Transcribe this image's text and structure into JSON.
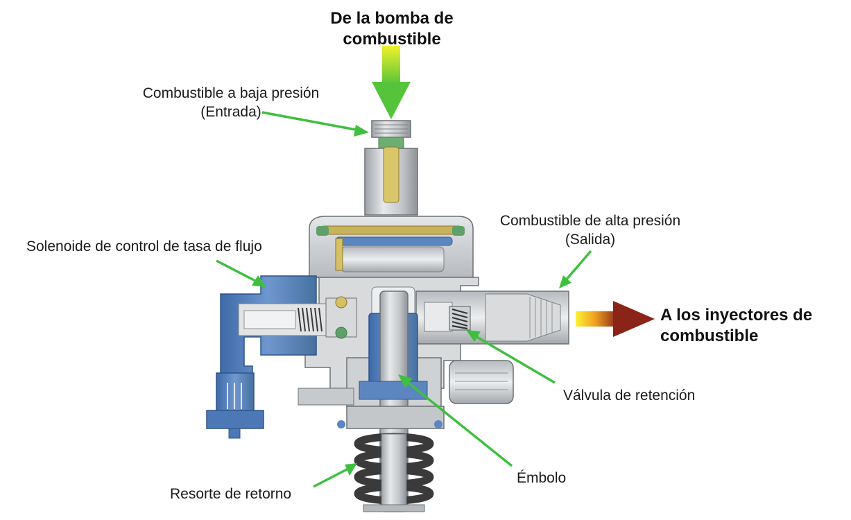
{
  "top_heading": {
    "line1": "De la bomba de",
    "line2": "combustible"
  },
  "right_heading": {
    "line1": "A los inyectores de",
    "line2": "combustible"
  },
  "labels": {
    "low_pressure": {
      "line1": "Combustible a baja presión",
      "line2": "(Entrada)"
    },
    "high_pressure": {
      "line1": "Combustible de alta presión",
      "line2": "(Salida)"
    },
    "solenoid": "Solenoide de control de tasa de flujo",
    "check_valve": "Válvula de retención",
    "plunger": "Émbolo",
    "return_spring": "Resorte de retorno"
  },
  "colors": {
    "leader_arrow": "#3fbf3f",
    "inlet_arrow_top": "#e9f020",
    "inlet_arrow_bottom": "#55c43a",
    "outlet_arrow_start": "#f5e41a",
    "outlet_arrow_end": "#8a2418",
    "housing": "#d4d6d8",
    "solenoid_blue": "#5c86c0",
    "spring": "#3a3a3a"
  }
}
